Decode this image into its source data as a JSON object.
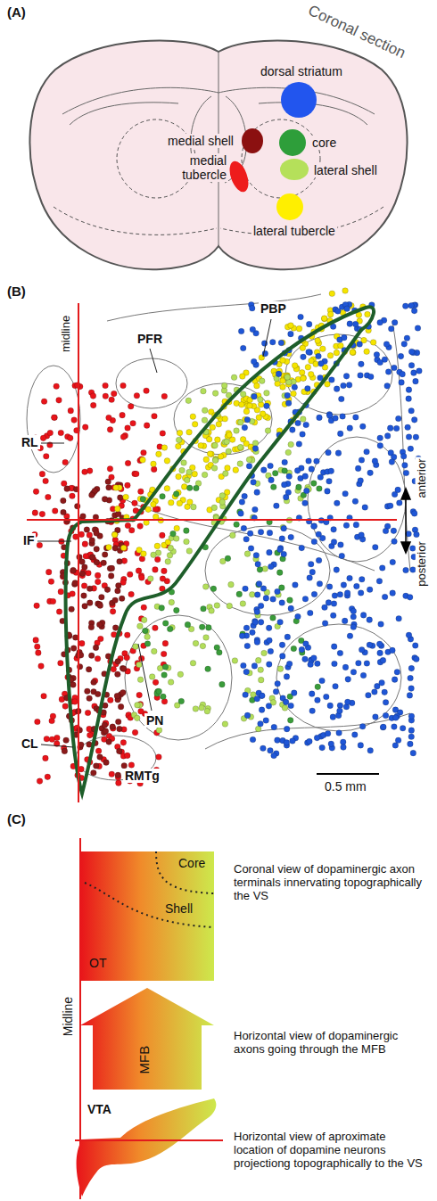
{
  "diagram": {
    "labels": [
      "(A)",
      "Coronal section",
      "dorsal striatum",
      "medial shell",
      "core",
      "medial tubercle",
      "lateral shell",
      "lateral tubercle",
      "(B)",
      "midline",
      "PFR",
      "PBP",
      "RL",
      "IF",
      "CL",
      "PN",
      "RMTg",
      "anterior",
      "posterior",
      "0.5 mm",
      "(C)",
      "Core",
      "Shell",
      "OT",
      "Midline",
      "MFB",
      "VTA",
      "Coronal view of dopaminergic axon terminals innervating topographically the VS",
      "Horizontal view of dopaminergic axons going through the MFB",
      "Horizontal view of aproximate location of dopamine neurons projectiong topographically to the VS"
    ]
  }
}
